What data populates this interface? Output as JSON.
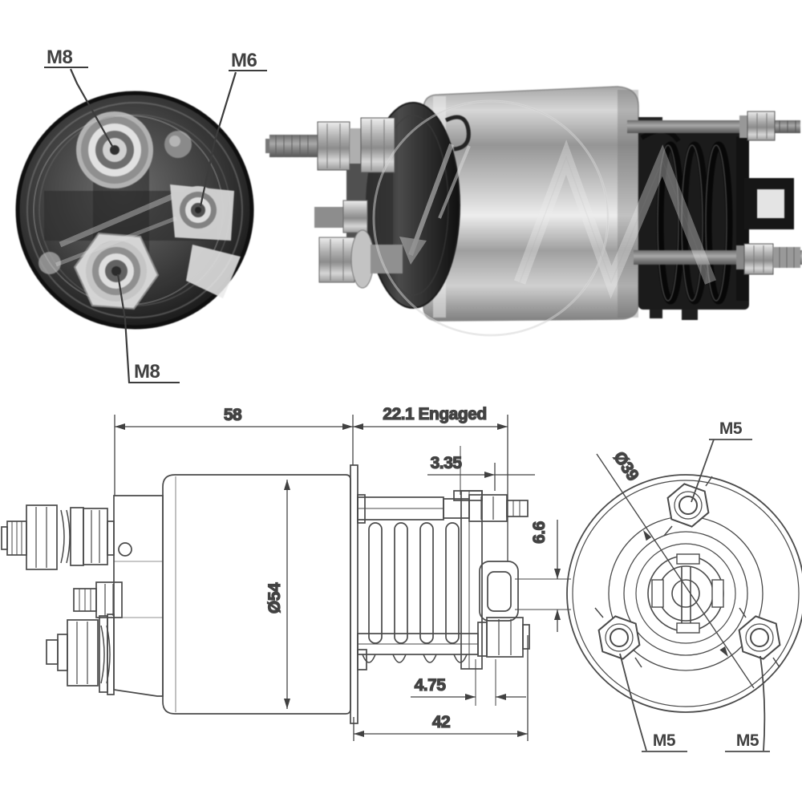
{
  "meta": {
    "background": "#ffffff",
    "line_color": "#4a4a4a",
    "text_color": "#414141"
  },
  "cap_photo": {
    "terminal_top": "M8",
    "terminal_side": "M6",
    "terminal_bottom": "M8"
  },
  "side_view_dims": {
    "overall": "58",
    "engaged": "22.1 Engaged",
    "stud_protrusion": "3.35",
    "body_diameter": "Ø54",
    "clevis_slot": "6.6",
    "pin": "4.75",
    "plunger": "42"
  },
  "end_view": {
    "bolt_circle": "Ø39",
    "hole_top": "M5",
    "hole_bottom_left": "M5",
    "hole_bottom_right": "M5"
  }
}
